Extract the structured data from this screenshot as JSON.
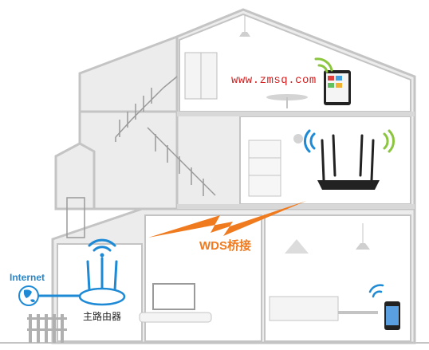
{
  "watermark": "www.zmsq.com",
  "labels": {
    "wds": "WDS桥接",
    "internet": "Internet",
    "main_router": "主路由器"
  },
  "colors": {
    "house_fill": "#ececec",
    "house_line": "#c4c4c4",
    "wifi": "#1e8ad6",
    "wifi_green": "#8cc63f",
    "bolt": "#f07a1e",
    "link": "#1e8ad6",
    "watermark": "#d81e1e"
  },
  "icons": [
    "wifi-icon",
    "lightning-icon",
    "globe-icon",
    "router-icon",
    "tablet-icon",
    "phone-icon",
    "tv-icon",
    "sofa-icon"
  ]
}
